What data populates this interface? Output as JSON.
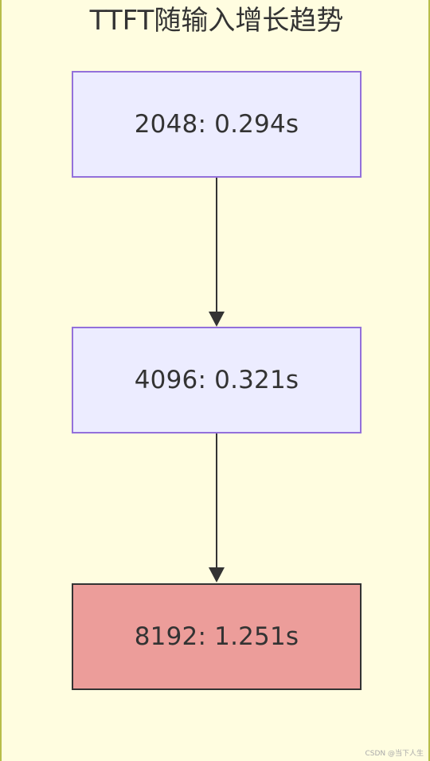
{
  "diagram": {
    "title": "TTFT随输入增长趋势",
    "nodes": [
      {
        "id": "n1",
        "label": "2048: 0.294s",
        "style": "normal"
      },
      {
        "id": "n2",
        "label": "4096: 0.321s",
        "style": "normal"
      },
      {
        "id": "n3",
        "label": "8192: 1.251s",
        "style": "highlight"
      }
    ],
    "edges": [
      {
        "from": "n1",
        "to": "n2"
      },
      {
        "from": "n2",
        "to": "n3"
      }
    ]
  },
  "colors": {
    "background": "#fffde0",
    "node_fill": "#ececff",
    "node_border": "#9370db",
    "highlight_fill": "#ec9d9a",
    "highlight_border": "#333333",
    "text": "#333333",
    "edge": "#333333"
  },
  "watermark": "CSDN @当下人生"
}
